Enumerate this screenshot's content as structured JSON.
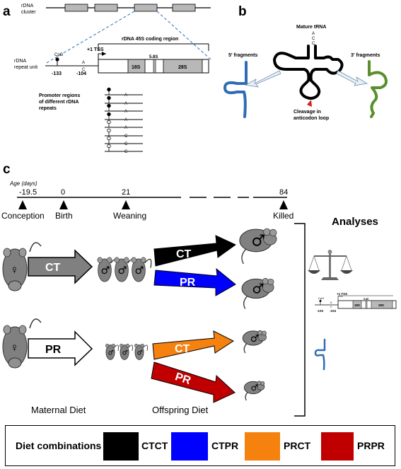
{
  "panel_a": {
    "letter": "a",
    "cluster_label_1": "rDNA",
    "cluster_label_2": "cluster",
    "coding_region_label": "rDNA 45S coding region",
    "tss_label": "+1 TSS",
    "unit_label_1": "rDNA",
    "unit_label_2": "repeat unit",
    "cpg_label": "CpG",
    "a_label": "A",
    "c_label": "C",
    "pos_133": "-133",
    "pos_104": "-104",
    "label_58s": "5.8S",
    "label_18s": "18S",
    "label_28s": "28S",
    "promoter_label_1": "Promoter regions",
    "promoter_label_2": "of different rDNA",
    "promoter_label_3": "repeats",
    "promoter_bases": [
      "A",
      "A",
      "A",
      "A",
      "A",
      "C",
      "C",
      "C"
    ]
  },
  "panel_b": {
    "letter": "b",
    "mature_label": "Mature tRNA",
    "acceptor": [
      "A",
      "C",
      "C"
    ],
    "frag5_label": "5' fragments",
    "frag3_label": "3' fragments",
    "cleavage_1": "Cleavage in",
    "cleavage_2": "anticodon loop"
  },
  "panel_c": {
    "letter": "c",
    "age_label": "Age (days)",
    "timeline": [
      {
        "day": "-19.5",
        "event": "Conception"
      },
      {
        "day": "0",
        "event": "Birth"
      },
      {
        "day": "21",
        "event": "Weaning"
      },
      {
        "day": "84",
        "event": "Killed"
      }
    ],
    "female_symbol": "♀",
    "male_symbol": "♂",
    "maternal_ct": "CT",
    "maternal_pr": "PR",
    "offspring_arrows": [
      "CT",
      "PR",
      "CT",
      "PR"
    ],
    "maternal_diet_label": "Maternal Diet",
    "offspring_diet_label": "Offspring Diet",
    "analyses_label": "Analyses",
    "mini_tss": "+1 TSS",
    "mini_cpg": "CpG",
    "mini_58s": "5.8S",
    "mini_18s": "18S",
    "mini_28s": "28S",
    "mini_133": "-133",
    "mini_104": "-104",
    "mini_a": "A",
    "mini_c": "C"
  },
  "legend": {
    "title": "Diet combinations",
    "items": [
      {
        "label": "CTCT",
        "color": "#000000"
      },
      {
        "label": "CTPR",
        "color": "#0000FF"
      },
      {
        "label": "PRCT",
        "color": "#F5820F"
      },
      {
        "label": "PRPR",
        "color": "#C00000"
      }
    ]
  },
  "colors": {
    "blue_fragment": "#2E6DB4",
    "green_fragment": "#5A8F2B",
    "cleavage_marker": "#D02020",
    "gene_box": "#B8B8B8"
  }
}
